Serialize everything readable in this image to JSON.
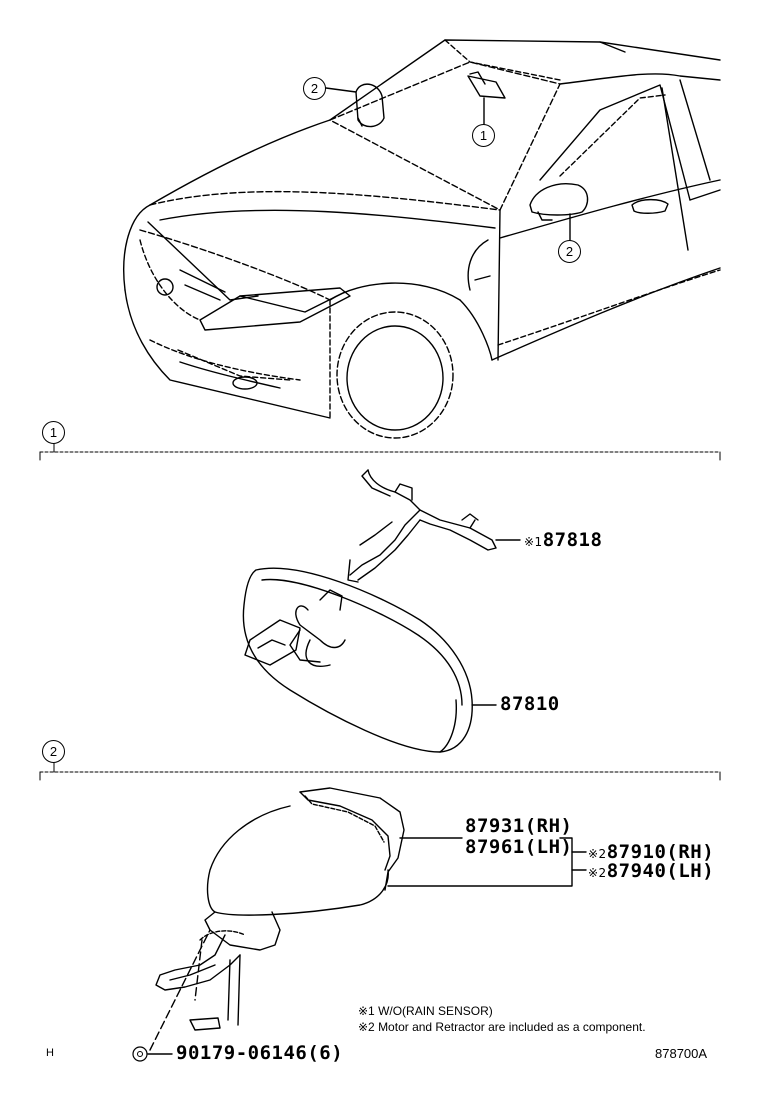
{
  "callouts": {
    "car_top_left": "2",
    "car_inner_mirror": "1",
    "car_outer_mirror": "2",
    "section1": "1",
    "section2": "2"
  },
  "parts": {
    "bracket": {
      "mark": "※1",
      "number": "87818"
    },
    "inner_mirror": "87810",
    "outer_rh": "87931(RH)",
    "outer_lh": "87961(LH)",
    "assy_rh": {
      "mark": "※2",
      "number": "87910(RH)"
    },
    "assy_lh": {
      "mark": "※2",
      "number": "87940(LH)"
    },
    "screw": "90179-06146(6)"
  },
  "notes": {
    "note1": "※1 W/O(RAIN SENSOR)",
    "note2": "※2 Motor and Retractor are included as a component."
  },
  "footer": {
    "left_code": "H",
    "diagram_id": "878700A"
  }
}
